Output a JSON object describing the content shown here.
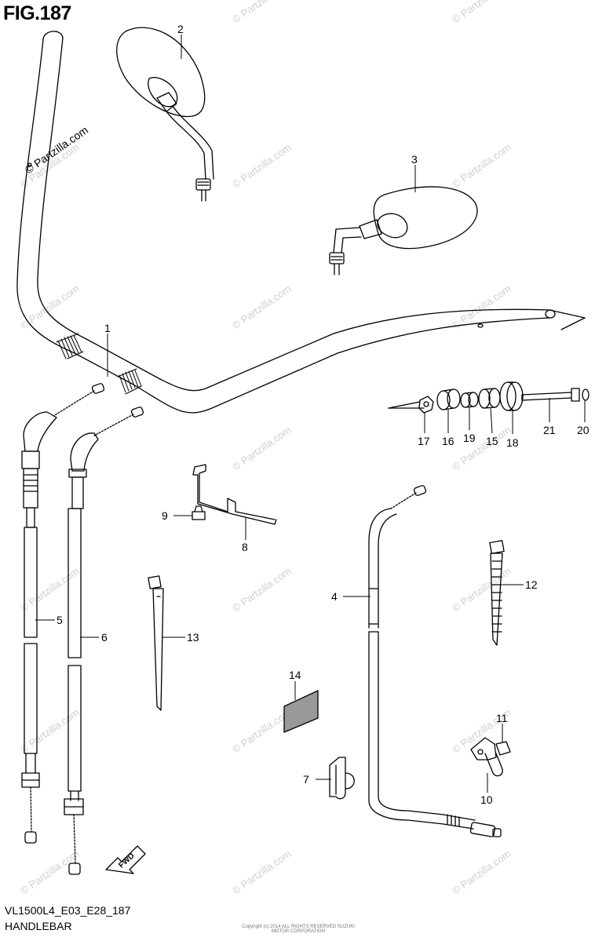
{
  "figure": {
    "title": "FIG.187",
    "code": "VL1500L4_E03_E28_187",
    "caption": "HANDLEBAR",
    "copyright": "Copyright (c) 2014 ALL RIGHTS RESERVED SUZUKI MOTOR CORPORATION"
  },
  "watermark": {
    "text": "© Partzilla.com",
    "color": "#cfcfcf"
  },
  "parts": [
    {
      "num": "1"
    },
    {
      "num": "2"
    },
    {
      "num": "3"
    },
    {
      "num": "4"
    },
    {
      "num": "5"
    },
    {
      "num": "6"
    },
    {
      "num": "7"
    },
    {
      "num": "8"
    },
    {
      "num": "9"
    },
    {
      "num": "10"
    },
    {
      "num": "11"
    },
    {
      "num": "12"
    },
    {
      "num": "13"
    },
    {
      "num": "14"
    },
    {
      "num": "15"
    },
    {
      "num": "16"
    },
    {
      "num": "17"
    },
    {
      "num": "18"
    },
    {
      "num": "19"
    },
    {
      "num": "20"
    },
    {
      "num": "21"
    }
  ],
  "fwd_label": "FWD"
}
